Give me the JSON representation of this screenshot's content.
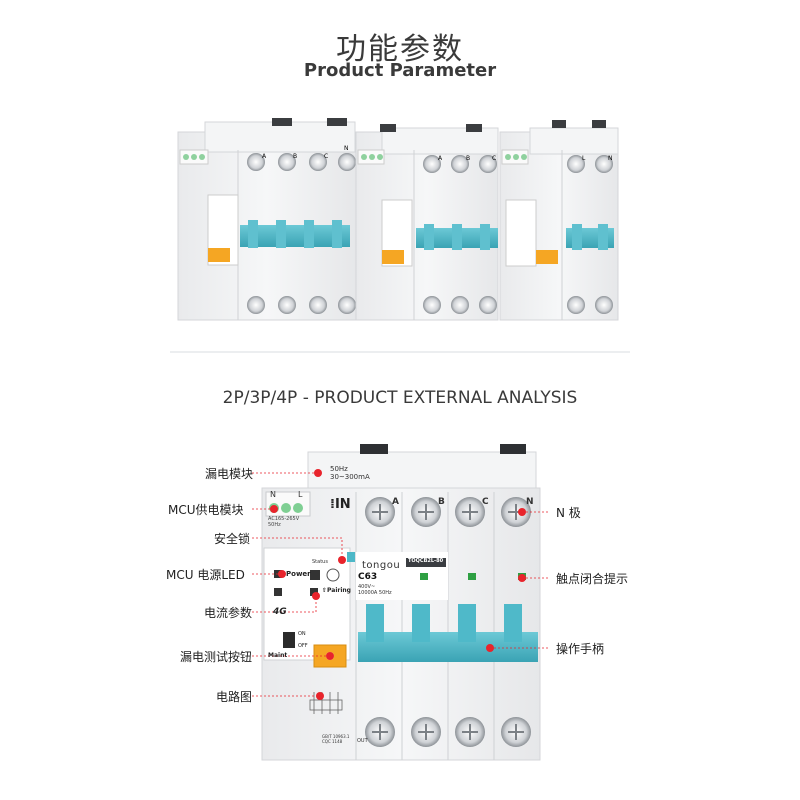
{
  "header": {
    "title_cn": "功能参数",
    "title_en": "Product Parameter"
  },
  "section": {
    "title_bold": "2P/3P/4P",
    "title_rest": " - PRODUCT EXTERNAL ANALYSIS"
  },
  "top_devices": [
    {
      "poles": [
        "A",
        "B",
        "C",
        "N"
      ]
    },
    {
      "poles": [
        "A",
        "B",
        "C"
      ]
    },
    {
      "poles": [
        "L",
        "N"
      ]
    }
  ],
  "device": {
    "brand": "tongou",
    "model": "TOQCB2L-80",
    "rating": "C63",
    "spec_line1": "400V~",
    "spec_line2": "10000A  50Hz",
    "leak_spec_line1": "50Hz",
    "leak_spec_line2": "30~300mA",
    "power_in": "IN",
    "supply_n": "N",
    "supply_l": "L",
    "supply_spec_line1": "AC165-265V",
    "supply_spec_line2": "50Hz",
    "status_label": "Status",
    "power_label": "Power",
    "pairing_label": "Pairing",
    "network_label": "4G",
    "on_label": "ON",
    "off_label": "OFF",
    "maint_label": "Maint",
    "out_label": "OUT",
    "standard_line1": "GB/T 10963.1",
    "standard_line2": "CQC 1148",
    "poles": [
      "A",
      "B",
      "C",
      "N"
    ]
  },
  "callouts_left": [
    "漏电模块",
    "MCU供电模块",
    "安全锁",
    "MCU 电源LED",
    "电流参数",
    "漏电测试按钮",
    "电路图"
  ],
  "callouts_right": [
    "N 极",
    "触点闭合提示",
    "操作手柄"
  ],
  "colors": {
    "accent_teal": "#4db8c8",
    "marker_red": "#e8242c",
    "test_button_orange": "#f5a623",
    "indicator_green": "#2ea043",
    "body_light": "#f2f3f5",
    "title_text": "#3a3a3a"
  }
}
